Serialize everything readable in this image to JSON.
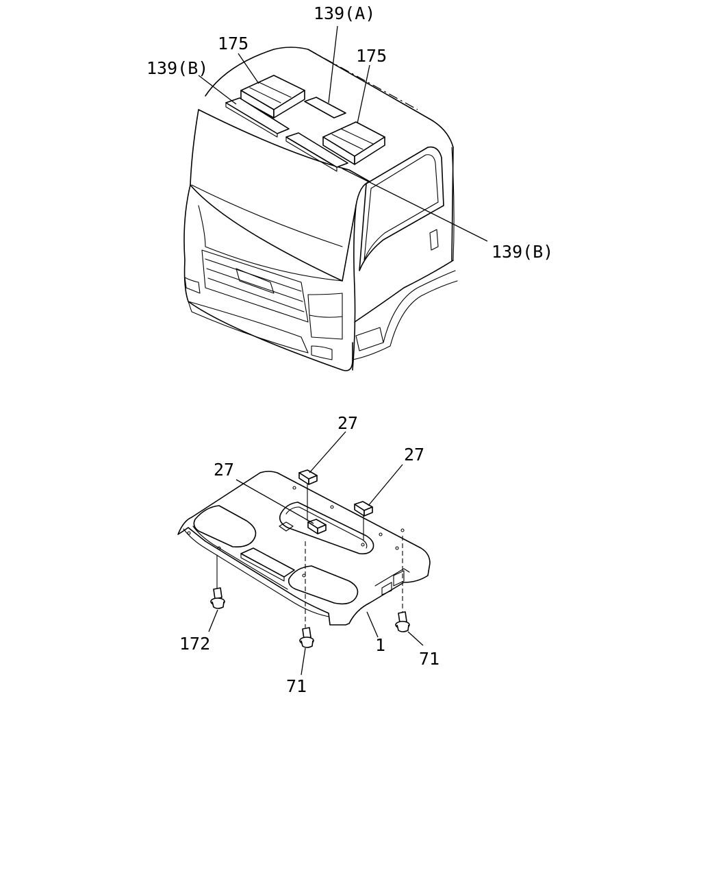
{
  "callouts": {
    "c139a": "139(A)",
    "c175_left": "175",
    "c175_right": "175",
    "c139b_left": "139(B)",
    "c139b_right": "139(B)",
    "c27_top": "27",
    "c27_left": "27",
    "c27_right": "27",
    "c172": "172",
    "c71_center": "71",
    "c71_right": "71",
    "c1": "1"
  }
}
